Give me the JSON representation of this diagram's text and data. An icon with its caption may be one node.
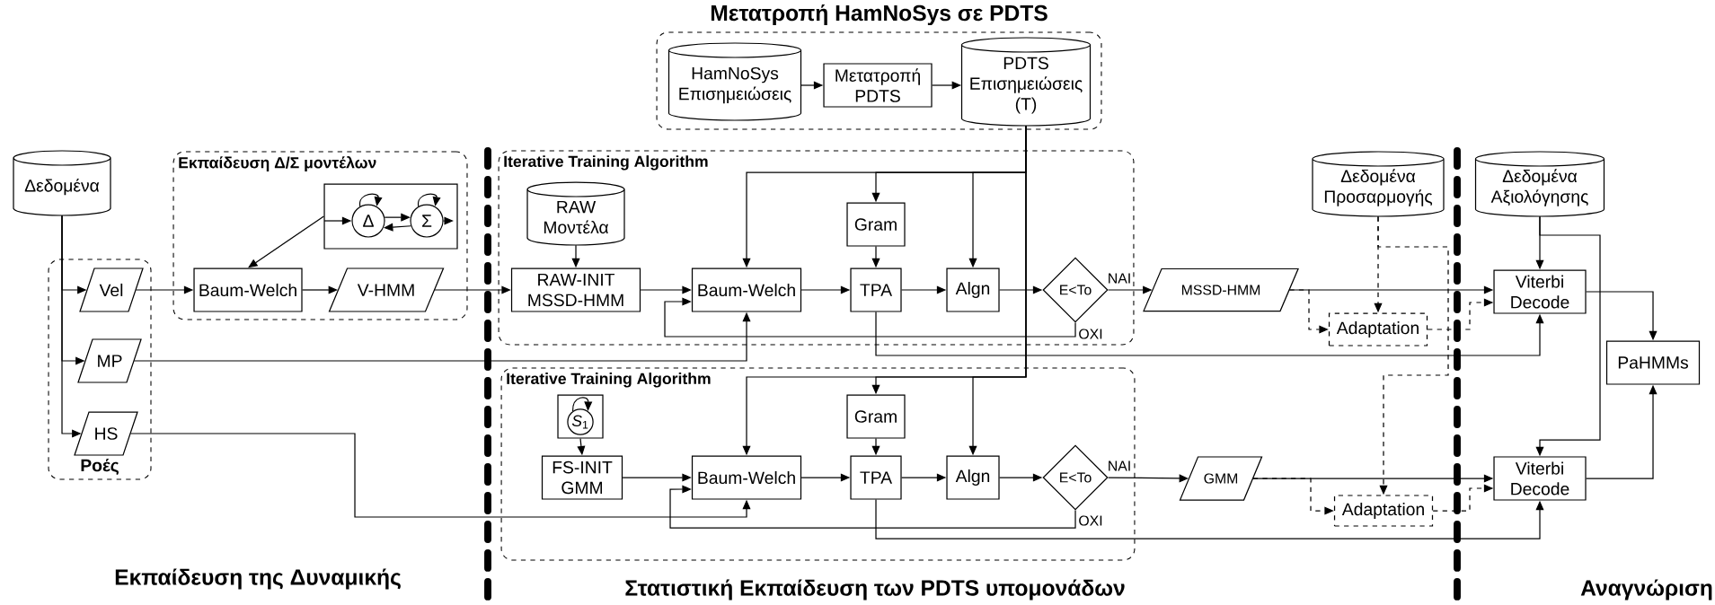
{
  "diagram": {
    "nodes": [
      {
        "text": [
          "Δεδομένα"
        ]
      },
      {
        "text": [
          "Ροές"
        ]
      },
      {
        "text": [
          "Vel"
        ],
        "in": 1
      },
      {
        "text": [
          "MP"
        ],
        "in": 1
      },
      {
        "text": [
          "HS"
        ],
        "in": 1
      },
      {
        "text": [
          "Εκπαίδευση Δ/Σ μοντέλων"
        ]
      },
      {
        "text": [],
        "shape": "box",
        "in": 5
      },
      {
        "text": [
          "Δ"
        ],
        "in": 6
      },
      {
        "text": [
          "Σ"
        ],
        "in": 6
      },
      {
        "text": [
          "Baum-Welch"
        ],
        "in": 5
      },
      {
        "text": [
          "V-HMM"
        ],
        "in": 5
      },
      {
        "text": [
          "Iterative Training Algorithm"
        ]
      },
      {
        "text": [
          "RAW Μοντέλα"
        ],
        "in": 11
      },
      {
        "text": [
          "RAW-INIT MSSD-HMM"
        ],
        "in": 11
      },
      {
        "text": [
          "Baum-Welch"
        ],
        "in": 11
      },
      {
        "text": [
          "Gram"
        ],
        "in": 11
      },
      {
        "text": [
          "TPA"
        ],
        "in": 11
      },
      {
        "text": [
          "Algn"
        ],
        "in": 11
      },
      {
        "text": [
          "E<To"
        ],
        "in": 11
      },
      {
        "text": [
          "Μετατροπή HamNoSys σε PDTS"
        ]
      },
      {
        "text": [
          "HamNoSys Επισημειώσεις"
        ],
        "in": 19
      },
      {
        "text": [
          "Μετατροπή PDTS"
        ],
        "in": 19
      },
      {
        "text": [
          "PDTS Επισημειώσεις (T)"
        ],
        "in": 19
      },
      {
        "text": [
          "Iterative Training Algorithm"
        ]
      },
      {
        "text": [],
        "shape": "box",
        "in": 23
      },
      {
        "text": [
          "*S*$_{1}$"
        ],
        "in": 24
      },
      {
        "text": [
          "FS-INIT GMM"
        ],
        "in": 23
      },
      {
        "text": [
          "Baum-Welch"
        ],
        "in": 23
      },
      {
        "text": [
          "Gram"
        ],
        "in": 23
      },
      {
        "text": [
          "TPA"
        ],
        "in": 23
      },
      {
        "text": [
          "Algn"
        ],
        "in": 23
      },
      {
        "text": [
          "E<To"
        ],
        "in": 23
      },
      {
        "text": [
          "MSSD-HMM"
        ]
      },
      {
        "text": [
          "GMM"
        ]
      },
      {
        "text": [
          "Δεδομένα Προσαρμογής"
        ]
      },
      {
        "text": [
          "Adaptation"
        ]
      },
      {
        "text": [
          "Adaptation"
        ]
      },
      {
        "text": [
          "Δεδομένα Αξιολόγησης"
        ]
      },
      {
        "text": [
          "Viterbi Decode"
        ]
      },
      {
        "text": [
          "Viterbi Decode"
        ]
      },
      {
        "text": [
          "PaHMMs"
        ]
      }
    ],
    "edges": [
      {
        "from": 0,
        "to": 2,
        "arrow": "to"
      },
      {
        "from": 0,
        "to": 3,
        "arrow": "to"
      },
      {
        "from": 0,
        "to": 4,
        "arrow": "to"
      },
      {
        "from": 2,
        "to": 9,
        "arrow": "to"
      },
      {
        "from": 6,
        "to": 9,
        "arrow": "to"
      },
      {
        "from": null,
        "to": 7,
        "arrow": "to"
      },
      {
        "from": 7,
        "to": 8,
        "arrow": "to"
      },
      {
        "from": 8,
        "to": 7,
        "arrow": "to"
      },
      {
        "from": 8,
        "to": null,
        "arrow": "to"
      },
      {
        "from": 7,
        "to": 7,
        "arrow": "to"
      },
      {
        "from": 8,
        "to": 8,
        "arrow": "to"
      },
      {
        "from": 9,
        "to": 10,
        "arrow": "to"
      },
      {
        "from": 10,
        "to": 13,
        "arrow": "to"
      },
      {
        "from": 12,
        "to": 13,
        "arrow": "to"
      },
      {
        "from": 13,
        "to": 14,
        "arrow": "to"
      },
      {
        "from": 14,
        "to": 16,
        "arrow": "to"
      },
      {
        "from": 15,
        "to": 16,
        "arrow": "to"
      },
      {
        "from": 16,
        "to": 17,
        "arrow": "to"
      },
      {
        "from": 17,
        "to": 18,
        "arrow": "to"
      },
      {
        "from": 18,
        "to": 32,
        "arrow": "to",
        "label": "NAI"
      },
      {
        "from": 18,
        "to": 14,
        "arrow": "to",
        "label": "OXI"
      },
      {
        "from": 22,
        "to": 14,
        "arrow": "to"
      },
      {
        "from": 22,
        "to": 15,
        "arrow": "to"
      },
      {
        "from": 22,
        "to": 17,
        "arrow": "to"
      },
      {
        "from": 22,
        "to": 27,
        "arrow": "to"
      },
      {
        "from": 22,
        "to": 28,
        "arrow": "to"
      },
      {
        "from": 22,
        "to": 30,
        "arrow": "to"
      },
      {
        "from": 3,
        "to": 14,
        "arrow": "to"
      },
      {
        "from": 16,
        "to": 38,
        "arrow": "to"
      },
      {
        "from": 20,
        "to": 21,
        "arrow": "to"
      },
      {
        "from": 21,
        "to": 22,
        "arrow": "to"
      },
      {
        "from": 24,
        "to": 26,
        "arrow": "to"
      },
      {
        "from": 25,
        "to": 25,
        "arrow": "to"
      },
      {
        "from": 26,
        "to": 27,
        "arrow": "to"
      },
      {
        "from": 4,
        "to": 27,
        "arrow": "to"
      },
      {
        "from": 27,
        "to": 29,
        "arrow": "to"
      },
      {
        "from": 28,
        "to": 29,
        "arrow": "to"
      },
      {
        "from": 29,
        "to": 30,
        "arrow": "to"
      },
      {
        "from": 30,
        "to": 31,
        "arrow": "to"
      },
      {
        "from": 31,
        "to": 33,
        "arrow": "to",
        "label": "NAI"
      },
      {
        "from": 31,
        "to": 27,
        "arrow": "to",
        "label": "OXI"
      },
      {
        "from": 29,
        "to": 39,
        "arrow": "to"
      },
      {
        "from": 32,
        "to": 38,
        "arrow": "to"
      },
      {
        "from": 32,
        "to": 35,
        "arrow": "to",
        "style": "dashed"
      },
      {
        "from": 34,
        "to": 35,
        "arrow": "to",
        "style": "dashed"
      },
      {
        "from": 34,
        "to": 36,
        "arrow": "to",
        "style": "dashed"
      },
      {
        "from": 35,
        "to": 38,
        "arrow": "to",
        "style": "dashed"
      },
      {
        "from": 33,
        "to": 39,
        "arrow": "to"
      },
      {
        "from": 33,
        "to": 36,
        "arrow": "to",
        "style": "dashed"
      },
      {
        "from": 36,
        "to": 39,
        "arrow": "to",
        "style": "dashed"
      },
      {
        "from": 37,
        "to": 38,
        "arrow": "to"
      },
      {
        "from": 37,
        "to": 39,
        "arrow": "to"
      },
      {
        "from": 38,
        "to": 40,
        "arrow": "to"
      },
      {
        "from": 39,
        "to": 40,
        "arrow": "to"
      }
    ],
    "labels": [
      "Εκπαίδευση της Δυναμικής",
      "Στατιστική Εκπαίδευση των PDTS υπομονάδων",
      "Αναγνώριση"
    ]
  }
}
